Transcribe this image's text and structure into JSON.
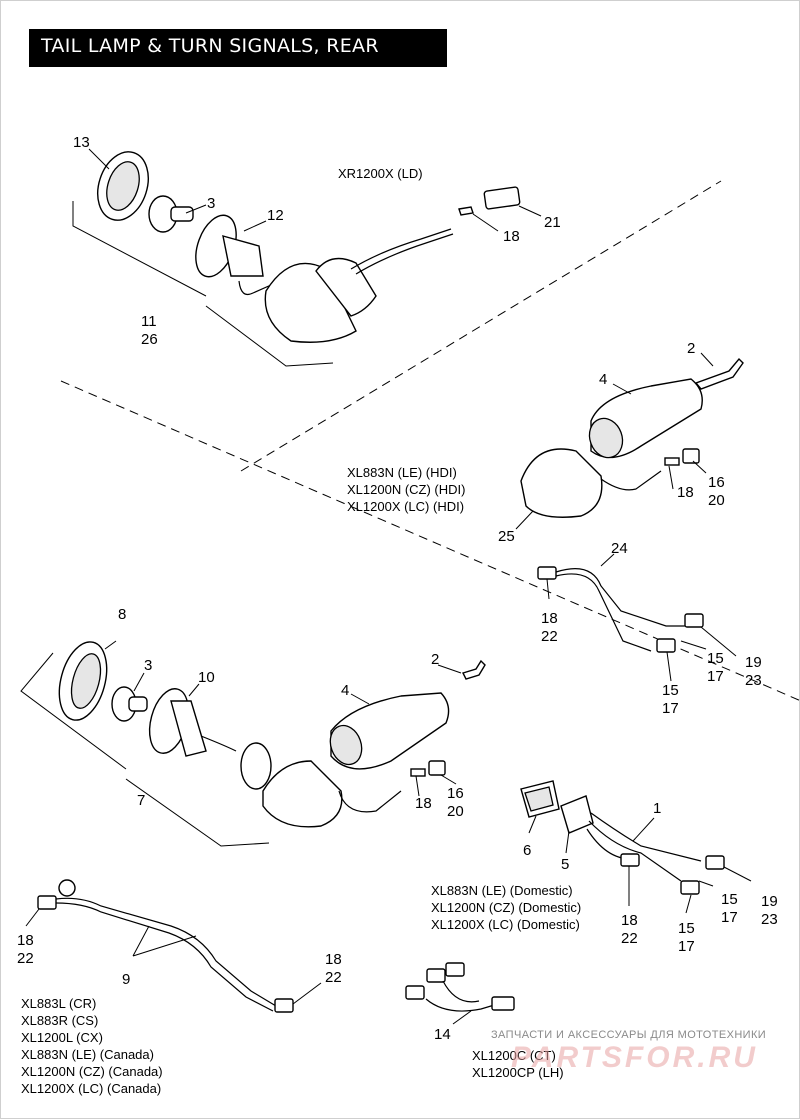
{
  "title": "TAIL LAMP & TURN SIGNALS, REAR",
  "models": {
    "xr": "XR1200X (LD)",
    "hdi": [
      "XL883N (LE) (HDI)",
      "XL1200N (CZ) (HDI)",
      "XL1200X (LC) (HDI)"
    ],
    "domestic": [
      "XL883N (LE) (Domestic)",
      "XL1200N (CZ) (Domestic)",
      "XL1200X (LC) (Domestic)"
    ],
    "canada": [
      "XL883L (CR)",
      "XL883R (CS)",
      "XL1200L (CX)",
      "XL883N (LE) (Canada)",
      "XL1200N (CZ) (Canada)",
      "XL1200X (LC) (Canada)"
    ],
    "custom": [
      "XL1200C (CT)",
      "XL1200CP (LH)"
    ]
  },
  "callouts": {
    "c13": "13",
    "c3a": "3",
    "c12": "12",
    "c11": "11",
    "c26": "26",
    "c18a": "18",
    "c21": "21",
    "c2a": "2",
    "c4a": "4",
    "c25": "25",
    "c18b": "18",
    "c16a": "16",
    "c20a": "20",
    "c24": "24",
    "c18c": "18",
    "c22a": "22",
    "c15a": "15",
    "c17a": "17",
    "c19a": "19",
    "c23a": "23",
    "c15b": "15",
    "c17b": "17",
    "c8": "8",
    "c3b": "3",
    "c10": "10",
    "c7": "7",
    "c2b": "2",
    "c4b": "4",
    "c18d": "18",
    "c16b": "16",
    "c20b": "20",
    "c1": "1",
    "c6": "6",
    "c5": "5",
    "c18e": "18",
    "c22b": "22",
    "c15c": "15",
    "c17c": "17",
    "c19b": "19",
    "c23b": "23",
    "c15d": "15",
    "c17d": "17",
    "c18f": "18",
    "c22c": "22",
    "c9": "9",
    "c18g": "18",
    "c22d": "22",
    "c14": "14"
  },
  "watermark": {
    "text": "ЗАПЧАСТИ И АКСЕССУАРЫ ДЛЯ МОТОТЕХНИКИ",
    "logo": "PARTSFOR.RU"
  }
}
